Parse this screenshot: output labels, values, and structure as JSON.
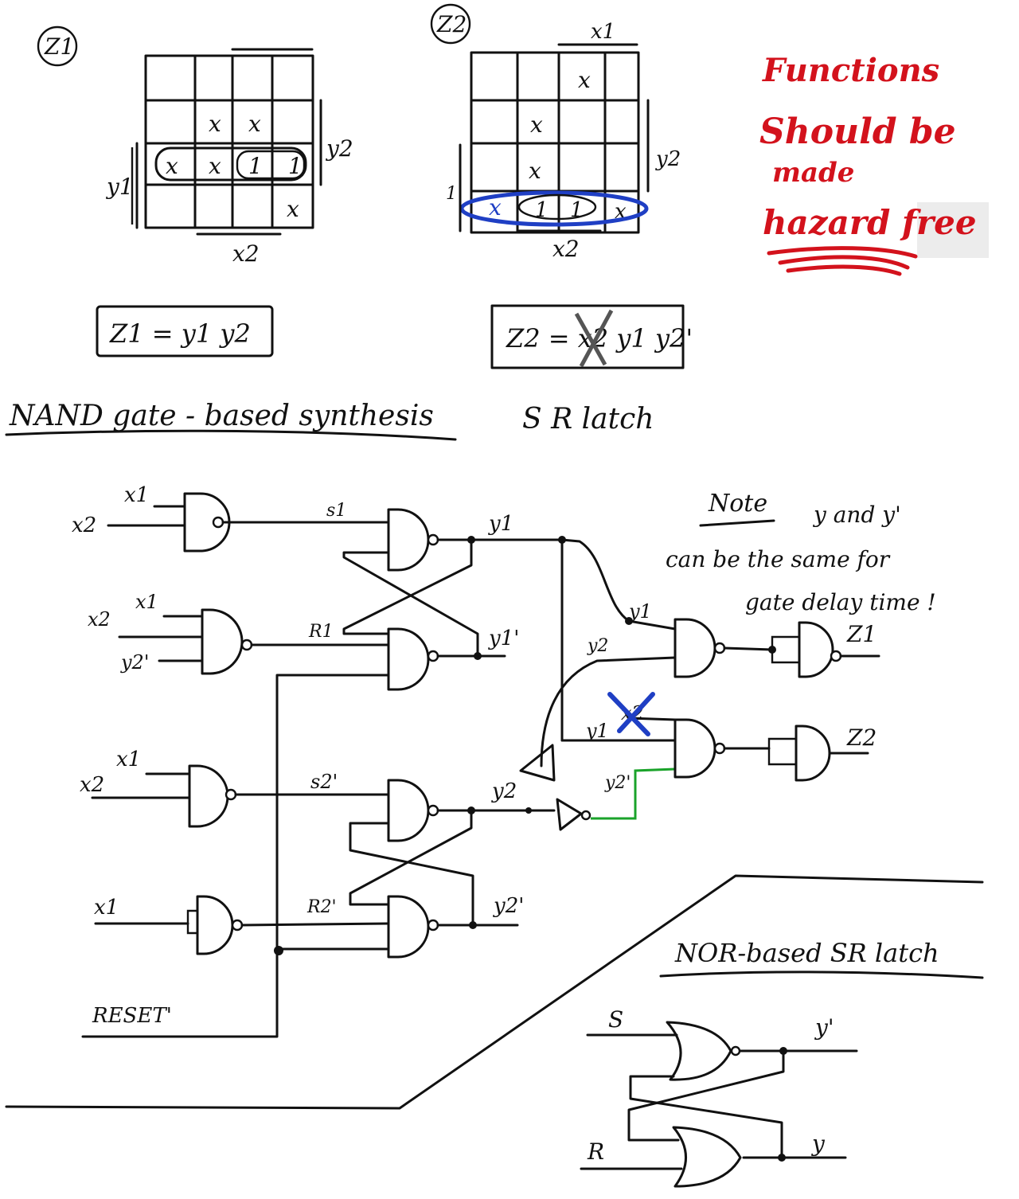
{
  "kmaps": {
    "z1": {
      "tag": "Z1",
      "label_x2": "x2",
      "label_y1": "y1",
      "label_y2": "y2",
      "cells": [
        [
          "",
          "",
          "",
          ""
        ],
        [
          "",
          "x",
          "x",
          ""
        ],
        [
          "x",
          "x",
          "1",
          "1"
        ],
        [
          "",
          "",
          "",
          "x"
        ]
      ],
      "equation": "Z1 = y1 y2"
    },
    "z2": {
      "tag": "Z2",
      "label_x1": "x1",
      "label_x2": "x2",
      "label_y2": "y2",
      "label_y1": "1",
      "cells": [
        [
          "",
          "",
          "x",
          ""
        ],
        [
          "",
          "x",
          "",
          ""
        ],
        [
          "",
          "x",
          "",
          ""
        ],
        [
          "x",
          "1",
          "1",
          "x"
        ]
      ],
      "equation": "Z2 = x2 y1 y2'",
      "highlight_color": "#1f3fc4"
    }
  },
  "note_red": {
    "lines": [
      "Functions",
      "Should be",
      "made",
      "hazard free"
    ],
    "color": "#d3121c"
  },
  "headings": {
    "nand": "NAND gate - based synthesis",
    "sr": "S R latch"
  },
  "signals": {
    "x1": "x1",
    "x2": "x2",
    "y2p": "y2'",
    "s1": "s1",
    "r1": "R1",
    "y1": "y1",
    "y1p": "y1'",
    "s2": "s2'",
    "r2": "R2'",
    "y2": "y2",
    "y2pp": "y2'",
    "reset": "RESET'",
    "z1": "Z1",
    "z2": "Z2"
  },
  "note": {
    "title": "Note",
    "lines": [
      "y and y'",
      "can be the same for",
      "gate delay time !"
    ]
  },
  "nor": {
    "title": "NOR-based SR latch",
    "s": "S",
    "r": "R",
    "yp": "y'",
    "y": "y"
  },
  "colors": {
    "ink": "#111111",
    "blue": "#1f3fc4",
    "green": "#1aa32a",
    "shade": "#e6e6e6"
  }
}
